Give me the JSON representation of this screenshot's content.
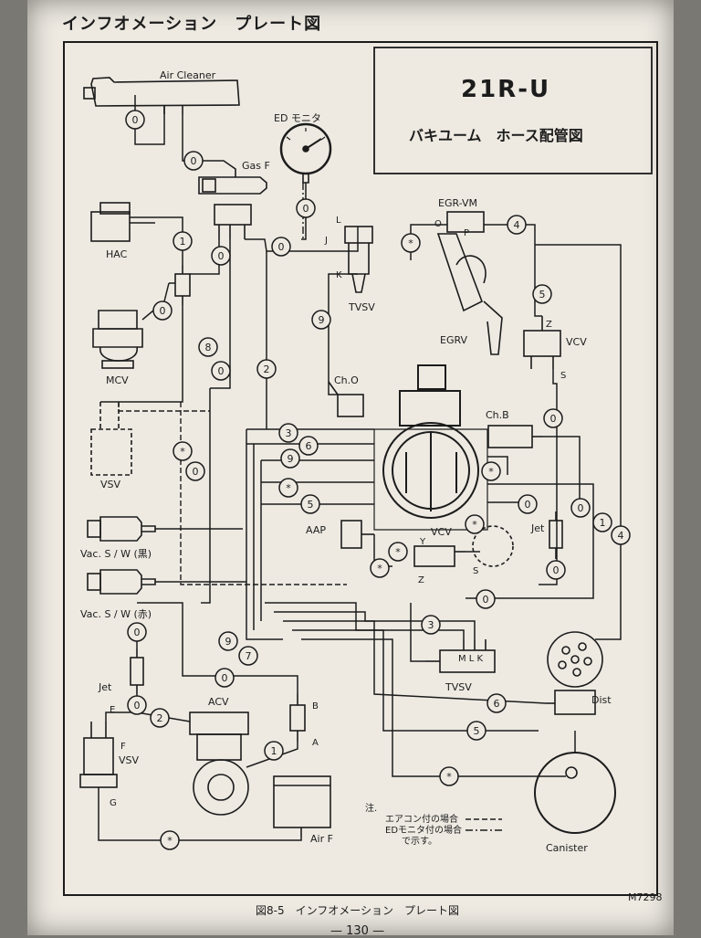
{
  "header": {
    "title": "インフオメーション　プレート図"
  },
  "title_box": {
    "model": "21R-U",
    "subtitle": "バキユーム　ホース配管図"
  },
  "components": {
    "air_cleaner": "Air Cleaner",
    "ed_monitor": "ED モニタ",
    "gas_f": "Gas F",
    "hac": "HAC",
    "mcv": "MCV",
    "vsv_left": "VSV",
    "vac_sw_black": "Vac. S / W (黒)",
    "vac_sw_red": "Vac. S / W (赤)",
    "jet_left": "Jet",
    "acv": "ACV",
    "vsv_bottom": "VSV",
    "air_f": "Air F",
    "tvsv_top": "TVSV",
    "egr_vm": "EGR-VM",
    "egrv": "EGRV",
    "vcv_right": "VCV",
    "ch_o": "Ch.O",
    "ch_b": "Ch.B",
    "aap": "AAP",
    "vcv_mid": "VCV",
    "jet_right": "Jet",
    "tvsv_bottom": "TVSV",
    "dist": "Dist",
    "canister": "Canister"
  },
  "port_letters": {
    "L": "L",
    "J": "J",
    "K": "K",
    "O": "O",
    "P": "P",
    "Z": "Z",
    "S": "S",
    "Y": "Y",
    "E": "E",
    "F": "F",
    "G": "G",
    "A": "A",
    "B": "B",
    "MLK": "M L K"
  },
  "hose_markers": {
    "air_cleaner_0": "0",
    "gas_f_0": "0",
    "ed_0": "0",
    "j_0": "0",
    "hac_1": "1",
    "mcv_0": "0",
    "gas_0": "0",
    "m8": "8",
    "m0b": "0",
    "m2": "2",
    "tvsv_9": "9",
    "egr_star": "*",
    "egr_4": "4",
    "vcv_5": "5",
    "vcv_0": "0",
    "carb_3": "3",
    "carb_6": "6",
    "carb_9": "9",
    "carb_star": "*",
    "carb_5": "5",
    "left_star": "*",
    "left_0": "0",
    "chb_star": "*",
    "carb_0": "0",
    "right_0": "0",
    "right_1": "1",
    "right_4": "4",
    "vcv_star1": "*",
    "vcv_star2": "*",
    "vcv_star3": "*",
    "jet_0": "0",
    "low_0": "0",
    "low_3": "3",
    "m9b": "9",
    "m7": "7",
    "jetl_0a": "0",
    "jetl_0b": "0",
    "acv_0": "0",
    "vsv_2": "2",
    "acv_1": "1",
    "dist_6": "6",
    "dist_5": "5",
    "can_star": "*",
    "airf_star": "*"
  },
  "notes": {
    "heading": "注.",
    "aircon": "エアコン付の場合",
    "ed": "EDモニタ付の場合",
    "shown": "で示す。"
  },
  "footer": {
    "caption": "図8-5　インフオメーション　プレート図",
    "code": "M7298",
    "page": "— 130 —"
  },
  "colors": {
    "paper": "#eeeae2",
    "ink": "#1c1c1c",
    "background": "#7a7872"
  }
}
